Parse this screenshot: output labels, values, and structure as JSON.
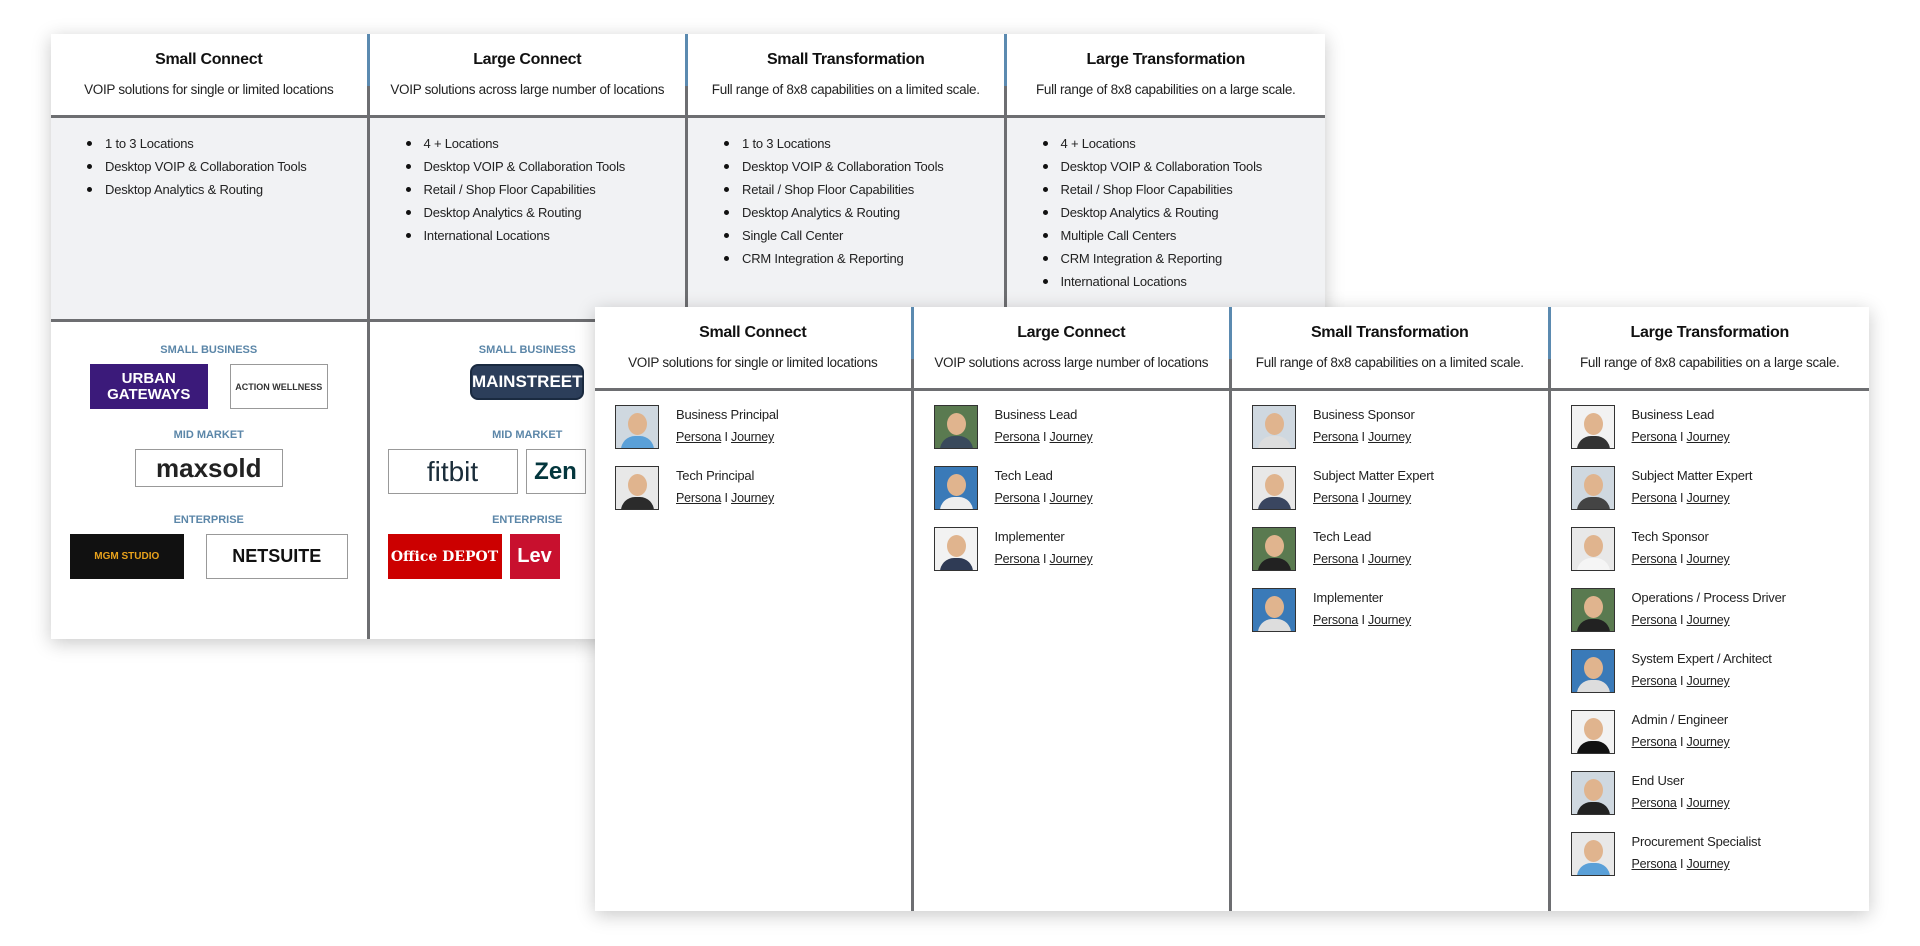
{
  "back": {
    "columns": [
      {
        "title": "Small Connect",
        "subtitle": "VOIP solutions for single or limited locations",
        "features": [
          "1 to 3 Locations",
          "Desktop VOIP & Collaboration Tools",
          "Desktop Analytics & Routing"
        ],
        "segments": [
          {
            "label": "SMALL BUSINESS",
            "logos": [
              "URBAN GATEWAYS",
              "ACTION WELLNESS"
            ]
          },
          {
            "label": "MID MARKET",
            "logos": [
              "maxsold"
            ]
          },
          {
            "label": "ENTERPRISE",
            "logos": [
              "MGM STUDIO",
              "NETSUITE"
            ]
          }
        ]
      },
      {
        "title": "Large Connect",
        "subtitle": "VOIP solutions across large number of locations",
        "features": [
          "4 + Locations",
          "Desktop VOIP & Collaboration Tools",
          "Retail / Shop Floor Capabilities",
          "Desktop Analytics & Routing",
          "International Locations"
        ],
        "segments": [
          {
            "label": "SMALL BUSINESS",
            "logos": [
              "MAINSTREET"
            ]
          },
          {
            "label": "MID MARKET",
            "logos": [
              "fitbit",
              "Zen"
            ]
          },
          {
            "label": "ENTERPRISE",
            "logos": [
              "Office DEPOT",
              "Lev"
            ]
          }
        ]
      },
      {
        "title": "Small Transformation",
        "subtitle": "Full range of 8x8 capabilities on a limited scale.",
        "features": [
          "1 to 3 Locations",
          "Desktop VOIP & Collaboration Tools",
          "Retail / Shop Floor Capabilities",
          "Desktop Analytics & Routing",
          "Single Call Center",
          "CRM Integration & Reporting"
        ],
        "segments": []
      },
      {
        "title": "Large Transformation",
        "subtitle": "Full range of 8x8 capabilities on a large scale.",
        "features": [
          "4 + Locations",
          "Desktop VOIP & Collaboration Tools",
          "Retail / Shop Floor Capabilities",
          "Desktop Analytics & Routing",
          "Multiple Call Centers",
          "CRM Integration & Reporting",
          "International Locations"
        ],
        "segments": []
      }
    ]
  },
  "front": {
    "persona_label": "Persona",
    "journey_label": "Journey",
    "separator": "I",
    "columns": [
      {
        "title": "Small Connect",
        "subtitle": "VOIP solutions for single or limited locations",
        "personas": [
          "Business Principal",
          "Tech Principal"
        ]
      },
      {
        "title": "Large Connect",
        "subtitle": "VOIP solutions across large number of locations",
        "personas": [
          "Business Lead",
          "Tech Lead",
          "Implementer"
        ]
      },
      {
        "title": "Small Transformation",
        "subtitle": "Full range of 8x8 capabilities on a limited scale.",
        "personas": [
          "Business Sponsor",
          "Subject Matter Expert",
          "Tech Lead",
          "Implementer"
        ]
      },
      {
        "title": "Large Transformation",
        "subtitle": "Full range of 8x8 capabilities on a large scale.",
        "personas": [
          "Business Lead",
          "Subject Matter Expert",
          "Tech Sponsor",
          "Operations / Process Driver",
          "System Expert / Architect",
          "Admin / Engineer",
          "End User",
          "Procurement Specialist"
        ]
      }
    ]
  },
  "colors": {
    "divider": "#6d6e71",
    "accent": "#5b8ab0",
    "segment_label": "#5b86a8",
    "feature_bg": "#f1f2f4"
  }
}
